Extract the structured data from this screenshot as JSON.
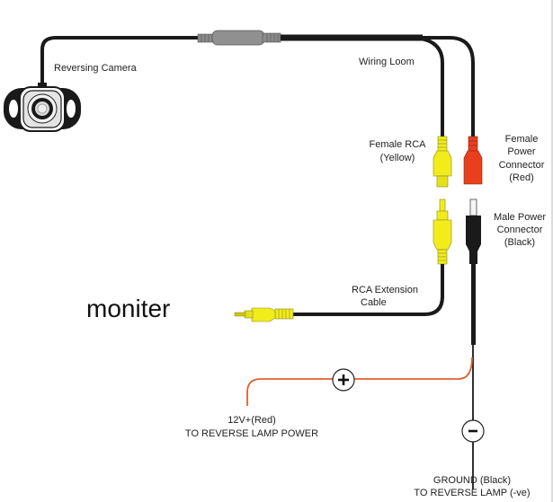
{
  "diagram": {
    "title": "Reversing camera wiring diagram",
    "labels": {
      "camera": "Reversing Camera",
      "loom": "Wiring Loom",
      "female_rca_1": "Female RCA",
      "female_rca_2": "(Yellow)",
      "female_power_1": "Female",
      "female_power_2": "Power",
      "female_power_3": "Connector",
      "female_power_4": "(Red)",
      "male_power_1": "Male Power",
      "male_power_2": "Connector",
      "male_power_3": "(Black)",
      "rca_ext_1": "RCA Extension",
      "rca_ext_2": "Cable",
      "monitor": "moniter",
      "power_1": "12V+(Red)",
      "power_2": "TO REVERSE LAMP POWER",
      "ground_1": "GROUND (Black)",
      "ground_2": "TO REVERSE LAMP (-ve)",
      "plus_symbol": "+",
      "minus_symbol": "-"
    },
    "colors": {
      "cable": "#1a1a1a",
      "rca_yellow": "#f2ec1a",
      "power_red": "#e8401e",
      "wire_red": "#e06030",
      "connector_gray": "#8a8a8a"
    }
  }
}
